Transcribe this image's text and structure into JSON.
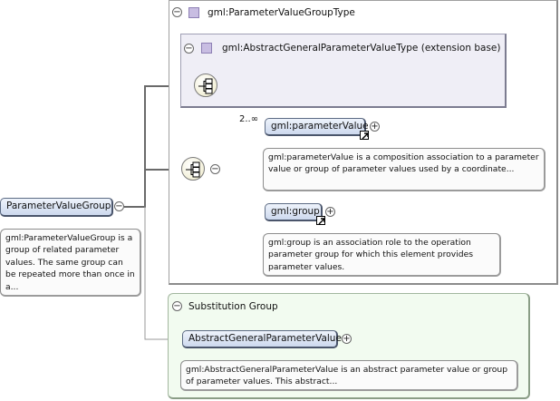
{
  "root_element": {
    "name": "ParameterValueGroup",
    "doc": "gml:ParameterValueGroup is a group of related parameter values. The same group can be repeated more than once in a..."
  },
  "complex_type": {
    "name": "gml:ParameterValueGroupType"
  },
  "extension_base": {
    "name": "gml:AbstractGeneralParameterValueType (extension base)"
  },
  "sequence": {
    "children": [
      {
        "name": "gml:parameterValue",
        "cardinality": "2..∞",
        "doc": "gml:parameterValue is a composition association to a parameter value or group of parameter values used by a coordinate..."
      },
      {
        "name": "gml:group",
        "cardinality": "",
        "doc": "gml:group is an association role to the operation parameter group for which this element provides parameter values."
      }
    ]
  },
  "substitution_group": {
    "title": "Substitution Group",
    "element": "AbstractGeneralParameterValue",
    "doc": "gml:AbstractGeneralParameterValue is an abstract parameter value or group of parameter values. This abstract..."
  },
  "icons": {
    "collapse": "−",
    "expand": "+"
  },
  "colors": {
    "element_fill": "#cdd9ee",
    "extension_fill": "#efeef6",
    "substitution_fill": "#f2fbf0",
    "type_icon": "#c8bde2"
  }
}
